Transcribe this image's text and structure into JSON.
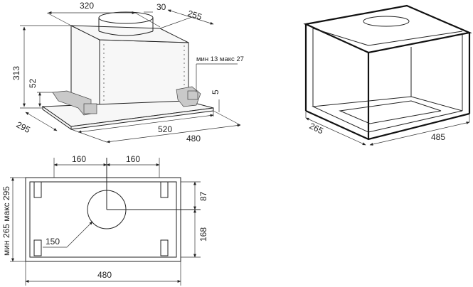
{
  "side_view": {
    "width_top": "320",
    "outlet_offset": "30",
    "depth_top": "255",
    "height": "313",
    "bracket_height": "52",
    "base_depth": "295",
    "bottom_width": "520",
    "total_width": "480",
    "panel_note": "мин 13 макс 27",
    "panel_thickness": "5"
  },
  "cabinet_view": {
    "depth": "265",
    "width": "485"
  },
  "top_view": {
    "offset_left": "160",
    "offset_right": "160",
    "outlet_diameter": "150",
    "offset_top": "87",
    "offset_bottom": "168",
    "depth_range": "мин 265  макс 295",
    "width": "480"
  }
}
